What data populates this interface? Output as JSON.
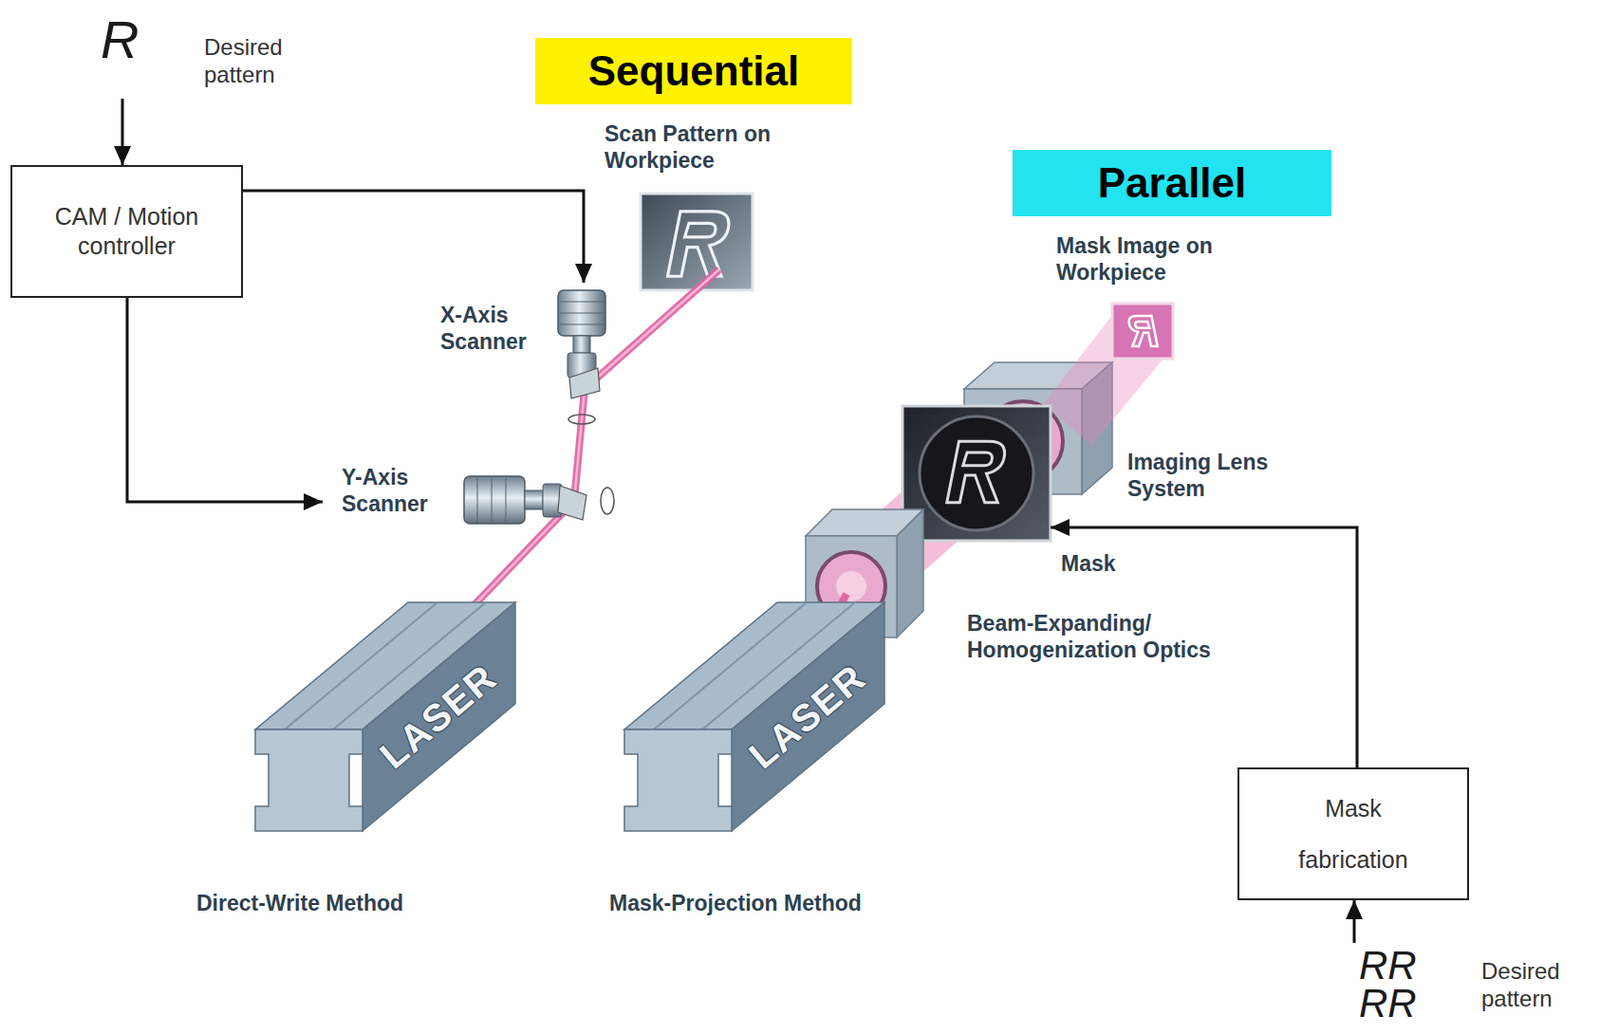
{
  "diagram": {
    "nodes": [
      {
        "text": [
          "R",
          "Desired pattern"
        ]
      },
      {
        "text": [
          "Sequential"
        ]
      },
      {
        "text": [
          "CAM / Motion controller"
        ]
      },
      {
        "text": [
          "X-Axis Scanner"
        ]
      },
      {
        "text": [
          "Parallel"
        ]
      },
      {
        "text": [
          "Y-Axis Scanner"
        ]
      },
      {
        "text": [
          "Mask"
        ]
      },
      {
        "text": [
          "LASER"
        ]
      },
      {
        "text": [
          "LASER"
        ]
      },
      {
        "text": [
          "Mask fabrication"
        ]
      },
      {
        "text": [
          "RR RR",
          "Desired pattern"
        ]
      }
    ],
    "edges": [
      {
        "from": 0,
        "to": 2,
        "arrow": "to"
      },
      {
        "from": 2,
        "to": 3,
        "arrow": "to"
      },
      {
        "from": 2,
        "to": 5,
        "arrow": "to"
      },
      {
        "from": 10,
        "to": 9,
        "arrow": "to"
      },
      {
        "from": 9,
        "to": 6,
        "arrow": "to"
      }
    ],
    "labels": [
      "Scan Pattern on Workpiece",
      "Mask Image on Workpiece",
      "Imaging Lens System",
      "Beam-Expanding/ Homogenization Optics",
      "Direct-Write Method",
      "Mask-Projection Method"
    ]
  }
}
